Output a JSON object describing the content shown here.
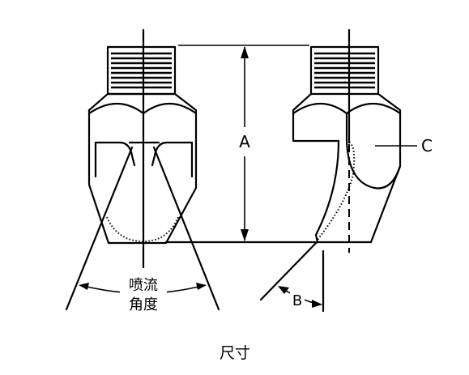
{
  "labels": {
    "dim_a": "A",
    "dim_b": "B",
    "dim_c": "C",
    "spray_angle_line1": "喷流",
    "spray_angle_line2": "角度",
    "caption": "尺寸"
  }
}
